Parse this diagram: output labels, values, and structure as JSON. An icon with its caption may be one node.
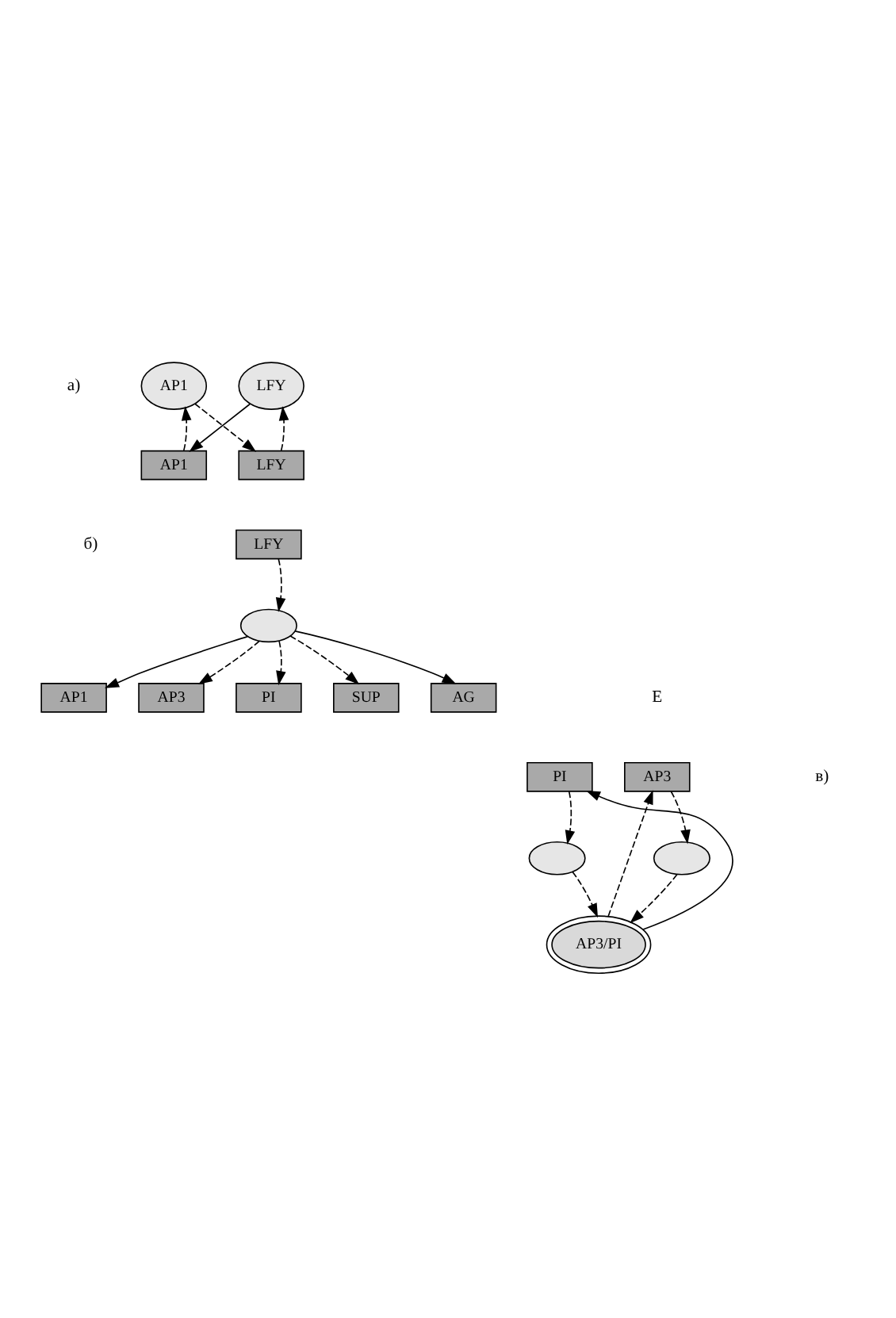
{
  "diagram": {
    "nodes": [
      {
        "text": [
          "LFY"
        ]
      },
      {
        "text": [
          "AP1"
        ]
      },
      {
        "text": [
          "LFY"
        ]
      },
      {
        "text": [
          "AP1"
        ]
      },
      {
        "text": [
          "LFY"
        ]
      },
      {
        "text": [],
        "shape": "ellipse"
      },
      {
        "text": [
          "AP1"
        ]
      },
      {
        "text": [
          "AP3"
        ]
      },
      {
        "text": [
          "PI"
        ]
      },
      {
        "text": [
          "SUP"
        ]
      },
      {
        "text": [
          "AG"
        ]
      },
      {
        "text": [
          "AP3"
        ]
      },
      {
        "text": [
          "PI"
        ]
      },
      {
        "text": [],
        "shape": "ellipse"
      },
      {
        "text": [],
        "shape": "ellipse"
      },
      {
        "text": [
          "AP3/PI"
        ]
      }
    ],
    "edges": [
      {
        "from": 2,
        "to": 0,
        "arrow": "to",
        "style": "dashed"
      },
      {
        "from": 1,
        "to": 2,
        "arrow": "to",
        "style": "dashed"
      },
      {
        "from": 0,
        "to": 3,
        "arrow": "to"
      },
      {
        "from": 3,
        "to": 1,
        "arrow": "to",
        "style": "dashed"
      },
      {
        "from": 4,
        "to": 5,
        "arrow": "to",
        "style": "dashed"
      },
      {
        "from": 5,
        "to": 6,
        "arrow": "to"
      },
      {
        "from": 5,
        "to": 7,
        "arrow": "to",
        "style": "dashed"
      },
      {
        "from": 5,
        "to": 8,
        "arrow": "to",
        "style": "dashed"
      },
      {
        "from": 5,
        "to": 9,
        "arrow": "to",
        "style": "dashed"
      },
      {
        "from": 5,
        "to": 10,
        "arrow": "to"
      },
      {
        "from": 11,
        "to": 13,
        "arrow": "to",
        "style": "dashed"
      },
      {
        "from": 15,
        "to": 11,
        "arrow": "to",
        "style": "dashed"
      },
      {
        "from": 15,
        "to": 12,
        "arrow": "to"
      },
      {
        "from": 12,
        "to": 14,
        "arrow": "to",
        "style": "dashed"
      },
      {
        "from": 13,
        "to": 15,
        "arrow": "to",
        "style": "dashed"
      },
      {
        "from": 14,
        "to": 15,
        "arrow": "to",
        "style": "dashed"
      }
    ],
    "labels": [
      "a)",
      "б)",
      "в)",
      "E"
    ]
  }
}
